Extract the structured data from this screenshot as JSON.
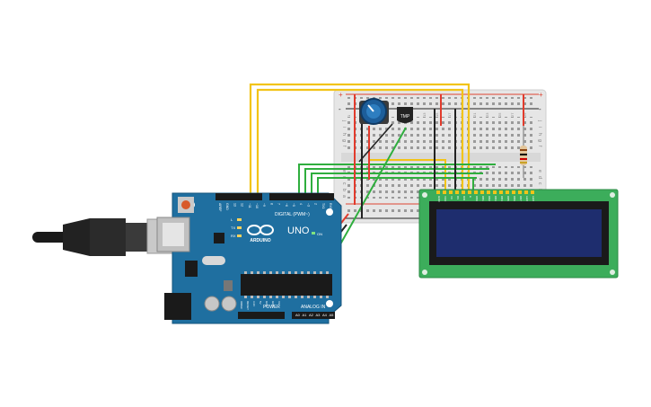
{
  "arduino": {
    "brand": "ARDUINO",
    "model": "UNO",
    "digital_header": "DIGITAL (PWM~)",
    "power_header": "POWER",
    "analog_header": "ANALOG IN",
    "led_labels": [
      "L",
      "TX",
      "RX"
    ],
    "on_label": "ON",
    "top_pins": [
      "AREF",
      "GND",
      "13",
      "12",
      "~11",
      "~10",
      "~9",
      "8",
      "7",
      "~6",
      "~5",
      "4",
      "~3",
      "2",
      "TX1",
      "RX0"
    ],
    "power_pins": [
      "IOREF",
      "RESET",
      "3.3V",
      "5V",
      "GND",
      "GND",
      "Vin"
    ],
    "analog_pins": [
      "A0",
      "A1",
      "A2",
      "A3",
      "A4",
      "A5"
    ]
  },
  "breadboard": {
    "row_letters_top": [
      "j",
      "i",
      "h",
      "g",
      "f"
    ],
    "row_letters_bottom": [
      "e",
      "d",
      "c",
      "b",
      "a"
    ],
    "rail_plus": "+",
    "rail_minus": "-",
    "column_numbers": [
      "1",
      "3",
      "5",
      "7",
      "9",
      "11",
      "13",
      "15",
      "17",
      "19",
      "21",
      "23",
      "25",
      "27",
      "29"
    ]
  },
  "sensor": {
    "label": "TMP"
  },
  "lcd": {
    "pin_labels": [
      "GND",
      "VCC",
      "V0",
      "RS",
      "RW",
      "E",
      "DB0",
      "DB1",
      "DB2",
      "DB3",
      "DB4",
      "DB5",
      "DB6",
      "DB7",
      "LED",
      "LED"
    ]
  },
  "colors": {
    "arduino_board": "#1f6fa0",
    "breadboard": "#e8e8e8",
    "lcd_board": "#3cad5b",
    "lcd_screen": "#1e2d6e",
    "wire_yellow": "#f2c418",
    "wire_green": "#2fae3e",
    "wire_red": "#e23b2c",
    "wire_black": "#222222"
  },
  "icons": [
    "usb-cable-icon",
    "potentiometer-icon",
    "temperature-sensor-icon",
    "resistor-icon",
    "arduino-logo-icon"
  ]
}
